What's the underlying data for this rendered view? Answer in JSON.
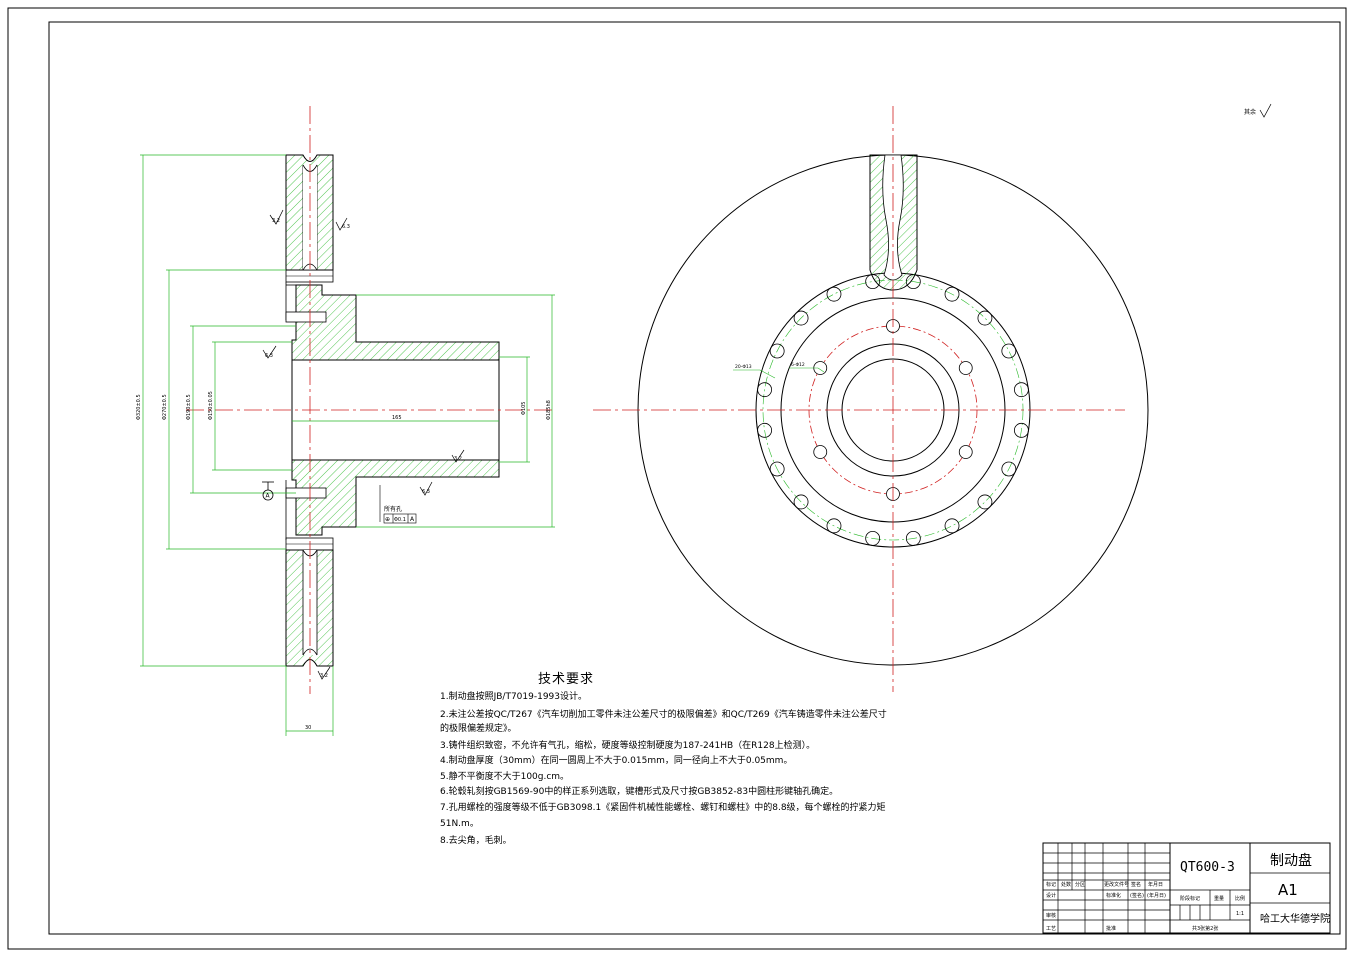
{
  "drawing": {
    "surface_finish_note": "其余",
    "datum_label": "A",
    "ra_values": [
      "3.2",
      "6.3",
      "6.3",
      "3.2",
      "6.3",
      "3.2"
    ],
    "left_view": {
      "dim_outer": "Φ320±0.5",
      "dim_bolt_circle": "Φ270±0.5",
      "dim_hub_outer": "Φ190±0.5",
      "dim_bore": "Φ150±0.05",
      "dim_hub_length": "165",
      "dim_bore_right": "Φ105",
      "dim_flange": "Φ185h8",
      "dim_thickness": "30",
      "hole_callout": "所有孔",
      "tolerance_frame": [
        "⊕",
        "Φ0.1",
        "A"
      ]
    },
    "right_view": {
      "callout_left": "20-Φ13",
      "callout_inner": "6-Φ12"
    }
  },
  "tech_requirements": {
    "title": "技术要求",
    "items": [
      "1.制动盘按照JB/T7019-1993设计。",
      "2.未注公差按QC/T267《汽车切削加工零件未注公差尺寸的极限偏差》和QC/T269《汽车铸造零件未注公差尺寸",
      "的极限偏差规定》。",
      "3.铸件组织致密，不允许有气孔，缩松，硬度等级控制硬度为187-241HB（在R128上检测）。",
      "4.制动盘厚度（30mm）在同一圆周上不大于0.015mm，同一径向上不大于0.05mm。",
      "5.静不平衡度不大于100g.cm。",
      "6.轮毂轧刻按GB1569-90中的样正系列选取，键槽形式及尺寸按GB3852-83中圆柱形键轴孔确定。",
      "7.孔用螺栓的强度等级不低于GB3098.1《紧固件机械性能螺栓、螺钉和螺柱》中的8.8级，每个螺栓的拧紧力矩",
      "51N.m。",
      "8.去尖角，毛刺。"
    ]
  },
  "title_block": {
    "material": "QT600-3",
    "part_name": "制动盘",
    "drawing_no": "A1",
    "school": "哈工大华德学院",
    "scale_label": "比例",
    "scale_value": "1:1",
    "weight_label": "重量",
    "stage_label": "阶段标记",
    "sheet_text": "共3张第2张",
    "rev_headers": [
      "标记",
      "处数",
      "分区",
      "更改文件号",
      "签名",
      "年月日"
    ],
    "role_rows": [
      {
        "role": "设计",
        "std": "标准化",
        "sign": "(签名)",
        "date": "(年月日)"
      },
      {
        "role": "审核",
        "std": "",
        "sign": "",
        "date": ""
      },
      {
        "role": "工艺",
        "std": "批准",
        "sign": "",
        "date": ""
      }
    ]
  }
}
